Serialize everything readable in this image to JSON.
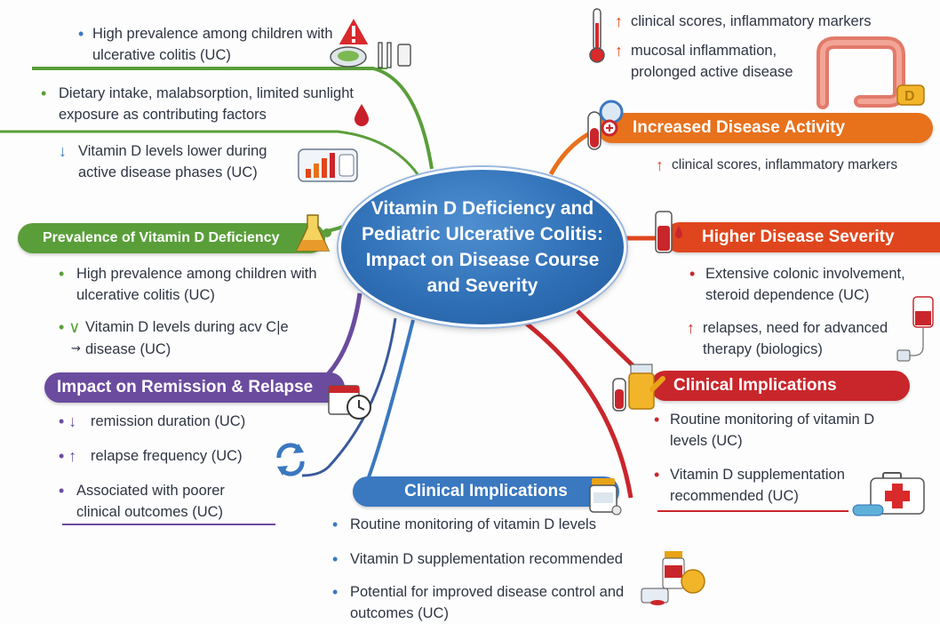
{
  "colors": {
    "green": "#5a9e3a",
    "blue_center": "#2f6fb6",
    "orange": "#e8711c",
    "red_orange": "#e0461d",
    "red": "#c9262b",
    "purple": "#6b4b9e",
    "navy_blue": "#3a78c0"
  },
  "center": {
    "title": "Vitamin D Deficiency and Pediatric Ulcerative Colitis: Impact on Disease Course and Severity"
  },
  "top_left": {
    "items": [
      {
        "bullet": "•",
        "text": "High prevalence among children with ulcerative colitis (UC)"
      },
      {
        "bullet": "•",
        "text": "Dietary intake, malabsorption, limited sunlight exposure as contributing factors"
      },
      {
        "bullet": "↓",
        "text": "Vitamin D levels lower during active disease phases (UC)"
      }
    ]
  },
  "prevalence": {
    "label": "Prevalence of Vitamin D Deficiency",
    "items": [
      {
        "bullet": "•",
        "text": "High prevalence among children with ulcerative colitis (UC)"
      },
      {
        "bullet": "• ∨",
        "text": "Vitamin D levels during acv C|e"
      },
      {
        "bullet": "⇝",
        "text": "disease (UC)"
      }
    ]
  },
  "remission": {
    "label": "Impact on Remission & Relapse",
    "items": [
      {
        "bullet": "• ↓",
        "text": "remission duration (UC)"
      },
      {
        "bullet": "• ↑",
        "text": "relapse frequency (UC)"
      },
      {
        "bullet": "•",
        "text": "Associated with poorer clinical outcomes (UC)"
      }
    ]
  },
  "clinical_bottom": {
    "label": "Clinical Implications",
    "items": [
      {
        "bullet": "•",
        "text": "Routine monitoring of vitamin D levels"
      },
      {
        "bullet": "•",
        "text": "Vitamin D supplementation recommended"
      },
      {
        "bullet": "•",
        "text": "Potential for improved disease control and outcomes (UC)"
      }
    ]
  },
  "top_right": {
    "items": [
      {
        "bullet": "↑",
        "text": "clinical scores, inflammatory markers"
      },
      {
        "bullet": "↑",
        "text": "mucosal inflammation, prolonged active disease"
      }
    ]
  },
  "activity": {
    "label": "Increased Disease Activity",
    "items": [
      {
        "bullet": "↑",
        "text": "clinical scores, inflammatory markers"
      }
    ]
  },
  "severity": {
    "label": "Higher Disease Severity",
    "items": [
      {
        "bullet": "•",
        "text": "Extensive colonic involvement, steroid dependence (UC)"
      },
      {
        "bullet": "↑",
        "text": "relapses, need for advanced therapy (biologics)"
      }
    ]
  },
  "clinical_right": {
    "label": "Clinical Implications",
    "items": [
      {
        "bullet": "•",
        "text": "Routine monitoring of vitamin D levels (UC)"
      },
      {
        "bullet": "•",
        "text": "Vitamin D supplementation recommended (UC)"
      }
    ]
  },
  "icons": {
    "warning": "warning-triangle-icon",
    "food": "food-plate-icon",
    "blood_drop": "blood-drop-icon",
    "bar_chart": "bar-chart-icon",
    "flask": "flask-icon",
    "calendar_clock": "calendar-clock-icon",
    "cycle": "cycle-arrows-icon",
    "pill_bottle": "pill-bottle-icon",
    "supplements": "supplements-icon",
    "thermometer": "thermometer-icon",
    "colon": "colon-icon",
    "test_tube": "test-tube-icon",
    "iv_bag": "iv-bag-icon",
    "first_aid": "first-aid-kit-icon"
  }
}
